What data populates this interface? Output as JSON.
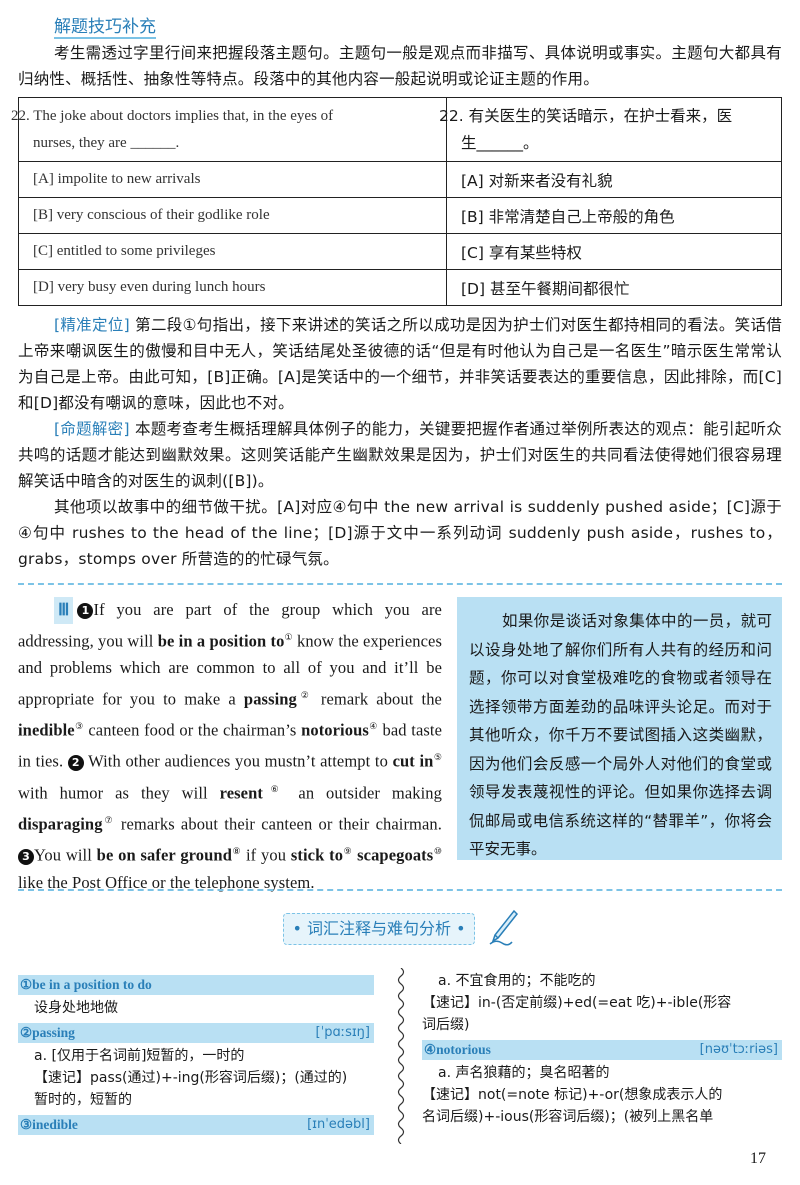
{
  "section_title": "解题技巧补充",
  "intro": "考生需透过字里行间来把握段落主题句。主题句一般是观点而非描写、具体说明或事实。主题句大都具有归纳性、概括性、抽象性等特点。段落中的其他内容一般起说明或论证主题的作用。",
  "question": {
    "en_stem_1": "22. The joke about doctors implies that, in the eyes of",
    "en_stem_2": "nurses, they are ______.",
    "zh_stem_1": "22. 有关医生的笑话暗示，在护士看来，医",
    "zh_stem_2": "生______。",
    "options": [
      {
        "en": "[A] impolite to new arrivals",
        "zh": "[A] 对新来者没有礼貌"
      },
      {
        "en": "[B] very conscious of their godlike role",
        "zh": "[B] 非常清楚自己上帝般的角色"
      },
      {
        "en": "[C] entitled to some privileges",
        "zh": "[C] 享有某些特权"
      },
      {
        "en": "[D] very busy even during lunch hours",
        "zh": "[D] 甚至午餐期间都很忙"
      }
    ]
  },
  "analysis": {
    "tag1": "[精准定位]",
    "p1": "第二段①句指出，接下来讲述的笑话之所以成功是因为护士们对医生都持相同的看法。笑话借上帝来嘲讽医生的傲慢和目中无人，笑话结尾处圣彼德的话“但是有时他认为自己是一名医生”暗示医生常常认为自己是上帝。由此可知，[B]正确。[A]是笑话中的一个细节，并非笑话要表达的重要信息，因此排除，而[C]和[D]都没有嘲讽的意味，因此也不对。",
    "tag2": "[命题解密]",
    "p2": "本题考查考生概括理解具体例子的能力，关键要把握作者通过举例所表达的观点：能引起听众共鸣的话题才能达到幽默效果。这则笑话能产生幽默效果是因为，护士们对医生的共同看法使得她们很容易理解笑话中暗含的对医生的讽刺([B])。",
    "p3": "其他项以故事中的细节做干扰。[A]对应④句中 the new arrival is suddenly pushed aside；[C]源于④句中 rushes to the head of the line；[D]源于文中一系列动词 suddenly push aside，rushes to，grabs，stomps over 所营造的的忙碌气氛。"
  },
  "passage": {
    "roman": "Ⅲ",
    "n1": "1",
    "s1a": "If you are part of the group which you are addressing, you will ",
    "b1": "be in a position to",
    "sup1": "①",
    "s1b": " know the experiences and problems which are common to all of you and it’ll be appropriate for you to make a ",
    "b2": "passing",
    "sup2": "②",
    "s1c": " remark about the ",
    "b3": "inedible",
    "sup3": "③",
    "s1d": " canteen food or the chairman’s ",
    "b4": "notorious",
    "sup4": "④",
    "s1e": " bad taste in ties. ",
    "n2": "2",
    "s2a": " With other audiences you mustn’t attempt to ",
    "b5": "cut in",
    "sup5": "⑤",
    "s2b": " with humor as they will ",
    "b6": "resent",
    "sup6": "⑥",
    "s2c": " an outsider making ",
    "b7": "disparaging",
    "sup7": "⑦",
    "s2d": " remarks about their canteen or their chairman. ",
    "n3": "3",
    "s3a": "You will ",
    "b8": "be on safer ground",
    "sup8": "⑧",
    "s3b": " if you ",
    "b9": "stick to",
    "sup9": "⑨",
    "s3c": " ",
    "b10": "scapegoats",
    "sup10": "⑩",
    "s3d": " like the Post Office or the telephone system."
  },
  "translation": "如果你是谈话对象集体中的一员，就可以设身处地了解你们所有人共有的经历和问题，你可以对食堂极难吃的食物或者领导在选择领带方面差劲的品味评头论足。而对于其他听众，你千万不要试图插入这类幽默，因为他们会反感一个局外人对他们的食堂或领导发表蔑视性的评论。但如果你选择去调侃邮局或电信系统这样的“替罪羊”，你将会平安无事。",
  "vocab_title": "• 词汇注释与难句分析 •",
  "vocab_left": [
    {
      "head": "①be in a position to do",
      "pron": "",
      "lines": [
        "设身处地地做"
      ]
    },
    {
      "head": "②passing",
      "pron": "[ˈpɑːsɪŋ]",
      "lines": [
        "a. [仅用于名词前]短暂的，一时的",
        "【速记】pass(通过)+-ing(形容词后缀)；(通过的)",
        "暂时的，短暂的"
      ]
    },
    {
      "head": "③inedible",
      "pron": "[ɪnˈedəbl]",
      "lines": []
    }
  ],
  "vocab_right": {
    "cont_lines": [
      "a. 不宜食用的；不能吃的",
      "【速记】in-(否定前缀)+ed(=eat 吃)+-ible(形容",
      "词后缀)"
    ],
    "head": "④notorious",
    "pron": "[nəʊˈtɔːriəs]",
    "lines": [
      "a. 声名狼藉的；臭名昭著的",
      "【速记】not(=note 标记)+-or(想象成表示人的",
      "名词后缀)+-ious(形容词后缀)；(被列上黑名单"
    ]
  },
  "page_number": "17",
  "colors": {
    "accent": "#2a7fb8",
    "highlight": "#b9e0f3"
  }
}
